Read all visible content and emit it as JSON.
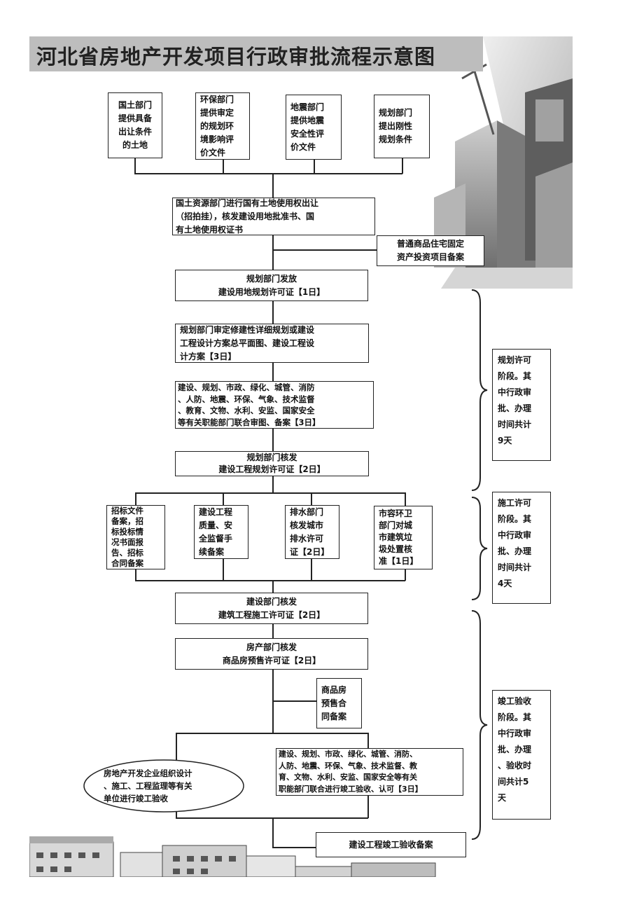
{
  "title": "河北省房地产开发项目行政审批流程示意图",
  "boxes": {
    "dept_land": "国土部门\n提供具备\n出让条件\n的土地",
    "dept_env": "环保部门\n提供审定\n的规划环\n境影响评\n价文件",
    "dept_quake": "地震部门\n提供地震\n安全性评\n价文件",
    "dept_plan": "规划部门\n提出刚性\n规划条件",
    "land_transfer": "国土资源部门进行国有土地使用权出让\n（招拍挂），核发建设用地批准书、国\n有土地使用权证书",
    "invest_record": "普通商品住宅固定\n资产投资项目备案",
    "plan_permit": "规划部门发放\n建设用地规划许可证【1日】",
    "plan_review": "规划部门审定修建性详细规划或建设\n工程设计方案总平面图、建设工程设\n计方案【3日】",
    "joint_review": "建设、规划、市政、绿化、城管、消防\n、人防、地震、环保、气象、技术监督\n、教育、文物、水利、安监、国家安全\n等有关职能部门联合审图、备案【3日】",
    "eng_plan_permit": "规划部门核发\n建设工程规划许可证【2日】",
    "bidding": "招标文件\n备案，招\n标投标情\n况书面报\n告、招标\n合同备案",
    "quality": "建设工程\n质量、安\n全监督手\n续备案",
    "drainage": "排水部门\n核发城市\n排水许可\n证【2日】",
    "sanitation": "市容环卫\n部门对城\n市建筑垃\n圾处置核\n准【1日】",
    "construction_permit": "建设部门核发\n建筑工程施工许可证【2日】",
    "presale_permit": "房产部门核发\n商品房预售许可证【2日】",
    "presale_record": "商品房\n预售合\n同备案",
    "developer_accept": "房地产开发企业组织设计\n、施工、工程监理等有关\n单位进行竣工验收",
    "joint_accept": "建设、规划、市政、绿化、城管、消防、\n人防、地震、环保、气象、技术监督、教\n育、文物、水利、安监、国家安全等有关\n职能部门联合进行竣工验收、认可【3日】",
    "final_record": "建设工程竣工验收备案"
  },
  "stages": {
    "planning": "规划许可\n阶段。其\n中行政审\n批、办理\n时间共计\n9天",
    "construction": "施工许可\n阶段。其\n中行政审\n批、办理\n时间共计\n4天",
    "completion": "竣工验收\n阶段。其\n中行政审\n批、办理\n、验收时\n间共计5\n天"
  },
  "colors": {
    "line": "#222222",
    "title_band": "#bdbdbd",
    "art": "#9a9a9a"
  }
}
